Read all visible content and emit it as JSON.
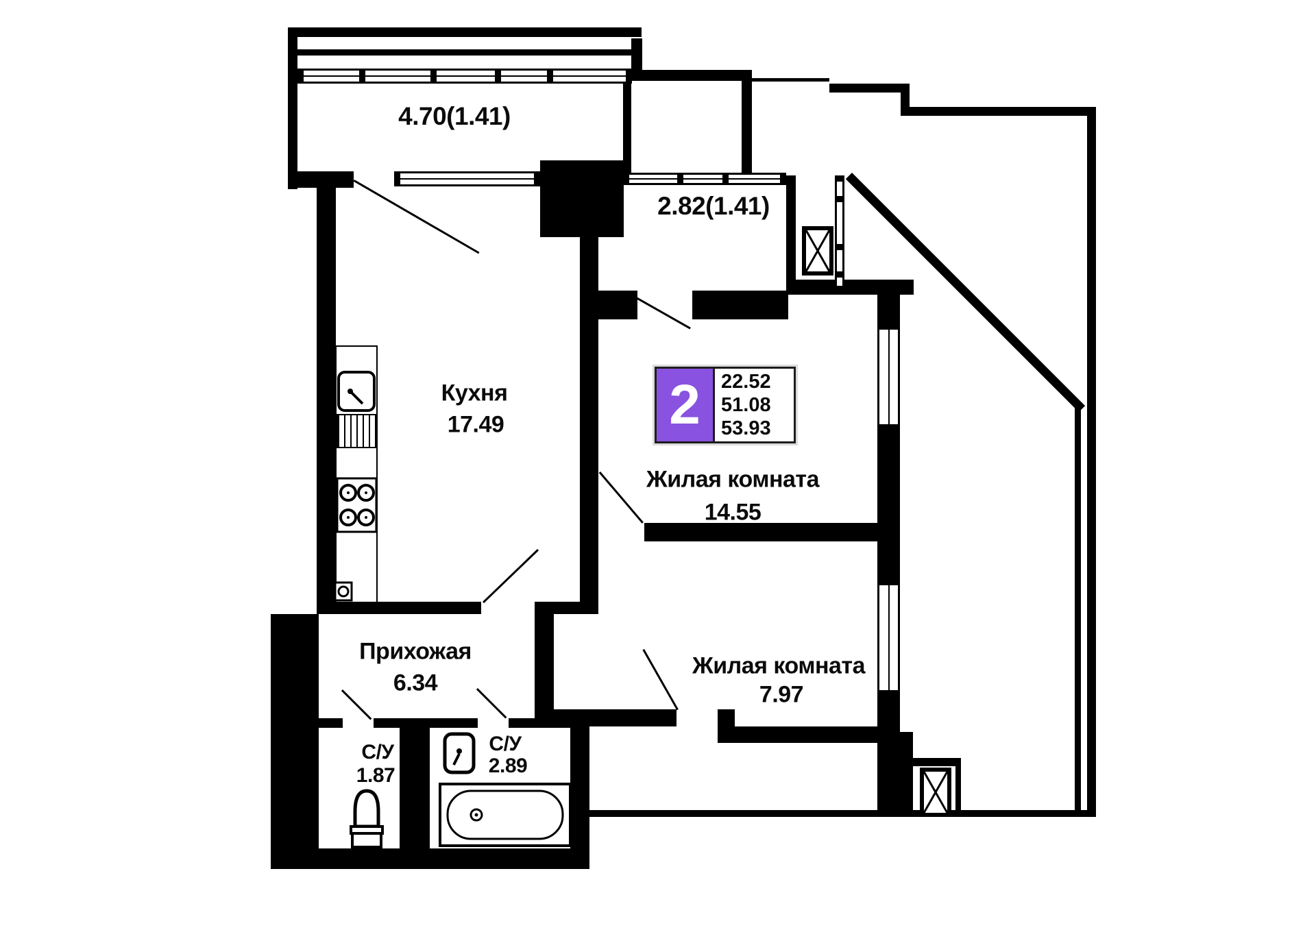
{
  "unit_badge": {
    "room_count": "2",
    "living_area": "22.52",
    "apartment_area": "51.08",
    "total_area": "53.93"
  },
  "labels": {
    "balcony_top": "4.70(1.41)",
    "balcony_right": "2.82(1.41)",
    "kitchen": {
      "name": "Кухня",
      "area": "17.49"
    },
    "living_room_1": {
      "name": "Жилая комната",
      "area": "14.55"
    },
    "living_room_2": {
      "name": "Жилая комната",
      "area": "7.97"
    },
    "hallway": {
      "name": "Прихожая",
      "area": "6.34"
    },
    "bathroom_1": {
      "name": "С/У",
      "area": "1.87"
    },
    "bathroom_2": {
      "name": "С/У",
      "area": "2.89"
    }
  },
  "colors": {
    "badge_purple": "#8a52e0",
    "wall": "#000000",
    "text": "#0b0b0b"
  },
  "icons": {
    "elevator": "crossed-box",
    "toilet": "toilet-outline",
    "bathtub": "bathtub-outline",
    "bathroom_sink": "sink-outline",
    "kitchen_sink": "sink-outline",
    "stove": "four-burners",
    "washer": "box-with-circle"
  }
}
